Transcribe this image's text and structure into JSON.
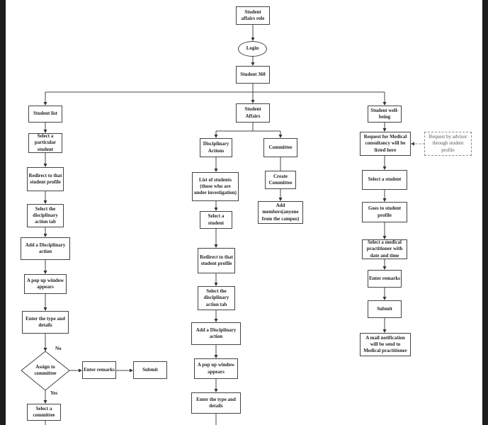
{
  "top": {
    "role": "Student affairs role",
    "login": "Login",
    "home": "Student 360"
  },
  "left": {
    "student_list": "Student list",
    "select_student": "Select a particular student",
    "redirect": "Redirect to that student profile",
    "select_tab": "Select the disciplinary action tab",
    "add_action": "Add a Disciplinary action",
    "popup": "A pop up window appears",
    "enter_type": "Enter the type and details",
    "decision": "Assign to committee",
    "no": "No",
    "yes": "Yes",
    "enter_remarks": "Enter remarks",
    "submit": "Submit",
    "select_committee": "Select a committee"
  },
  "middle": {
    "student_affairs": "Student Affairs",
    "disciplinary_actions": "Disciplinary Actions",
    "committee": "Committee",
    "list_students": "List of students (those who are under investigation)",
    "create_committee": "Create Committee",
    "add_members": "Add members(anyone from the campus)",
    "select_student": "Select a student",
    "redirect": "Redirect to that student profile",
    "select_tab": "Select the disciplinary action tab",
    "add_action": "Add a Disciplinary action",
    "popup": "A pop up window appears",
    "enter_type": "Enter the type and details"
  },
  "right": {
    "wellbeing": "Student well-being",
    "request_listed": "Request for Medical consultancy will be listed here",
    "advisor_request": "Request by advisor through student profile",
    "select_student": "Select a student",
    "goes_profile": "Goes to student profile",
    "select_medical": "Select a medical practitioner with date and time",
    "enter_remarks": "Enter remarks",
    "submit": "Submit",
    "mail": "A mail notification will be send to Medical practitioner"
  }
}
